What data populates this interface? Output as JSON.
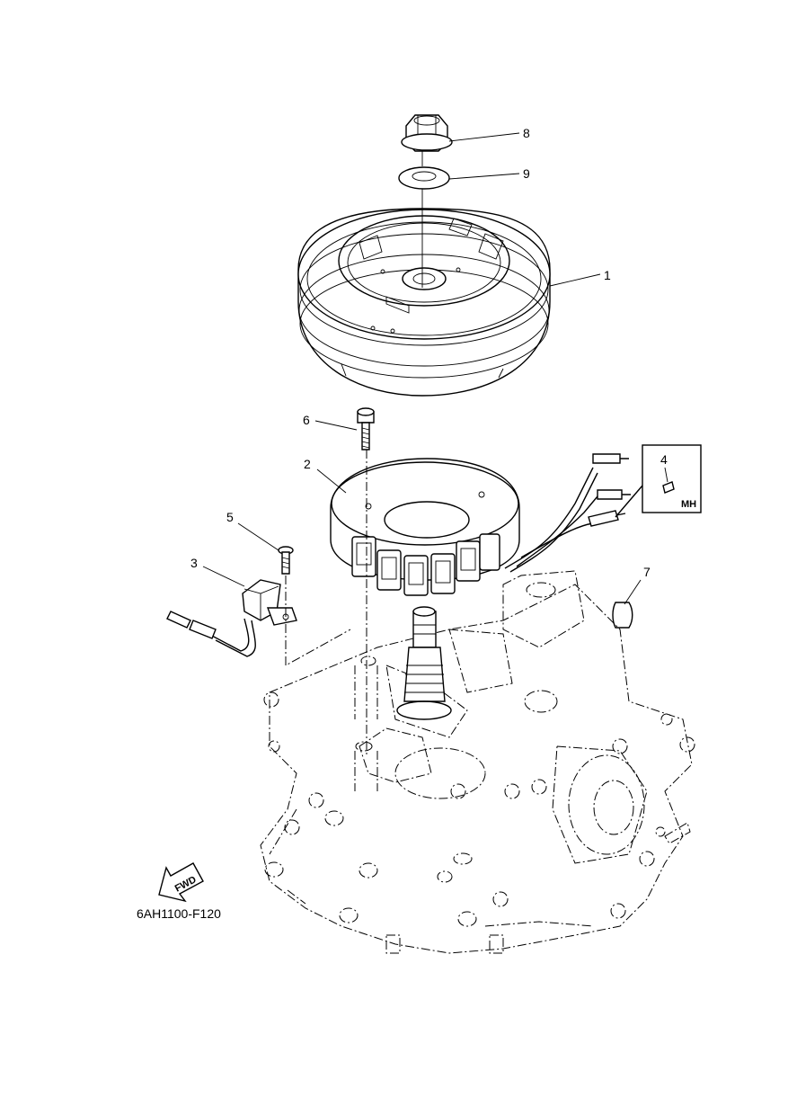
{
  "diagram": {
    "callouts": [
      {
        "id": "8",
        "label": "8"
      },
      {
        "id": "9",
        "label": "9"
      },
      {
        "id": "1",
        "label": "1"
      },
      {
        "id": "6",
        "label": "6"
      },
      {
        "id": "2",
        "label": "2"
      },
      {
        "id": "4",
        "label": "4"
      },
      {
        "id": "5",
        "label": "5"
      },
      {
        "id": "3",
        "label": "3"
      },
      {
        "id": "7",
        "label": "7"
      }
    ],
    "mh_label": "MH",
    "fwd_label": "FWD",
    "figure_code": "6AH1100-F120"
  }
}
